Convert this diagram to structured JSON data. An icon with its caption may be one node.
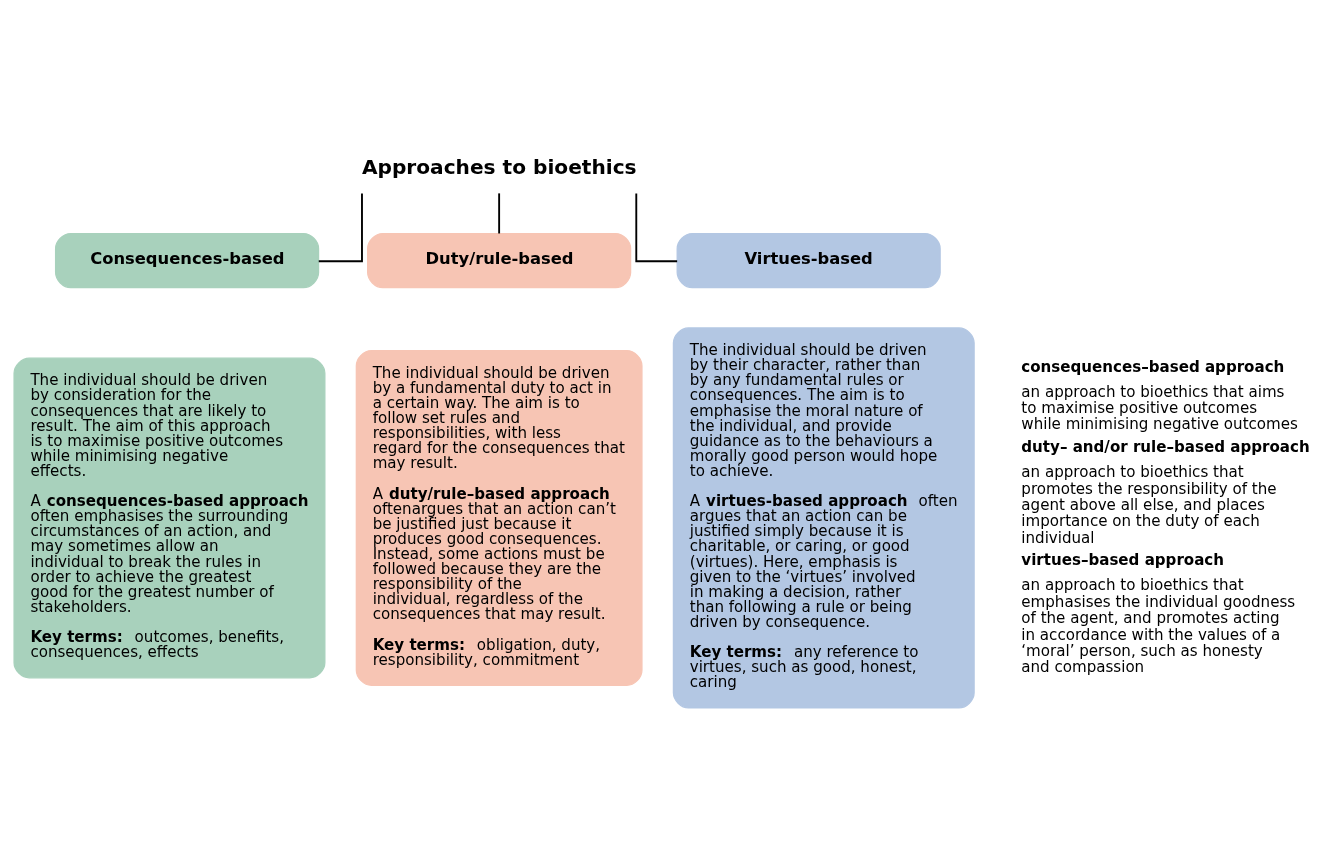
{
  "diagram": {
    "nodes": [
      {
        "text": [
          "Approaches to bioethics"
        ]
      },
      {
        "text": [
          "Consequences-based"
        ]
      },
      {
        "text": [
          "Duty/rule-based"
        ]
      },
      {
        "text": [
          "Virtues-based"
        ]
      },
      {
        "text": [
          "The individual should be driven by consideration for the consequences that are likely to result. The aim of this approach is to maximise positive outcomes while minimising negative effects.",
          "A **consequences-based approach** often emphasises the surrounding circumstances of an action, and may sometimes allow an individual to break the rules in order to achieve the greatest good for the greatest number of stakeholders.",
          "**Key terms:** outcomes, benefits, consequences, effects"
        ]
      },
      {
        "text": [
          "The individual should be driven by a fundamental duty to act in a certain way. The aim is to follow set rules and responsibilities, with less regard for the consequences that may result.",
          "A **duty/rule–based approach** oftenargues that an action can’t be justified just because it produces good consequences. Instead, some actions must be followed because they are the responsibility of the individual, regardless of the consequences that may result.",
          "**Key terms:** obligation, duty, responsibility, commitment"
        ]
      },
      {
        "text": [
          "The individual should be driven by their character, rather than by any fundamental rules or consequences. The aim is to emphasise the moral nature of the individual, and provide guidance as to the behaviours a morally good person would hope to achieve.",
          "A **virtues-based approach** often argues that an action can be justified simply because it is charitable, or caring, or good (virtues). Here, emphasis is given to the ‘virtues’ involved in making a decision, rather than following a rule or being driven by consequence.",
          "**Key terms:** any reference to virtues, such as good, honest, caring"
        ]
      }
    ],
    "edges": [
      {
        "from": 0,
        "to": 1,
        "arrow": "none"
      },
      {
        "from": 0,
        "to": 2,
        "arrow": "none"
      },
      {
        "from": 0,
        "to": 3,
        "arrow": "none"
      }
    ],
    "labels": [
      "consequences–based approach",
      "an approach to bioethics that aims to maximise positive outcomes while minimising negative outcomes",
      "duty– and/or rule–based approach",
      "an approach to bioethics that promotes the responsibility of the agent above all else, and places importance on the duty of each individual",
      "virtues–based approach",
      "an approach to bioethics that emphasises the individual goodness of the agent, and promotes acting in accordance with the values of a ‘moral’ person, such as honesty and compassion"
    ]
  }
}
